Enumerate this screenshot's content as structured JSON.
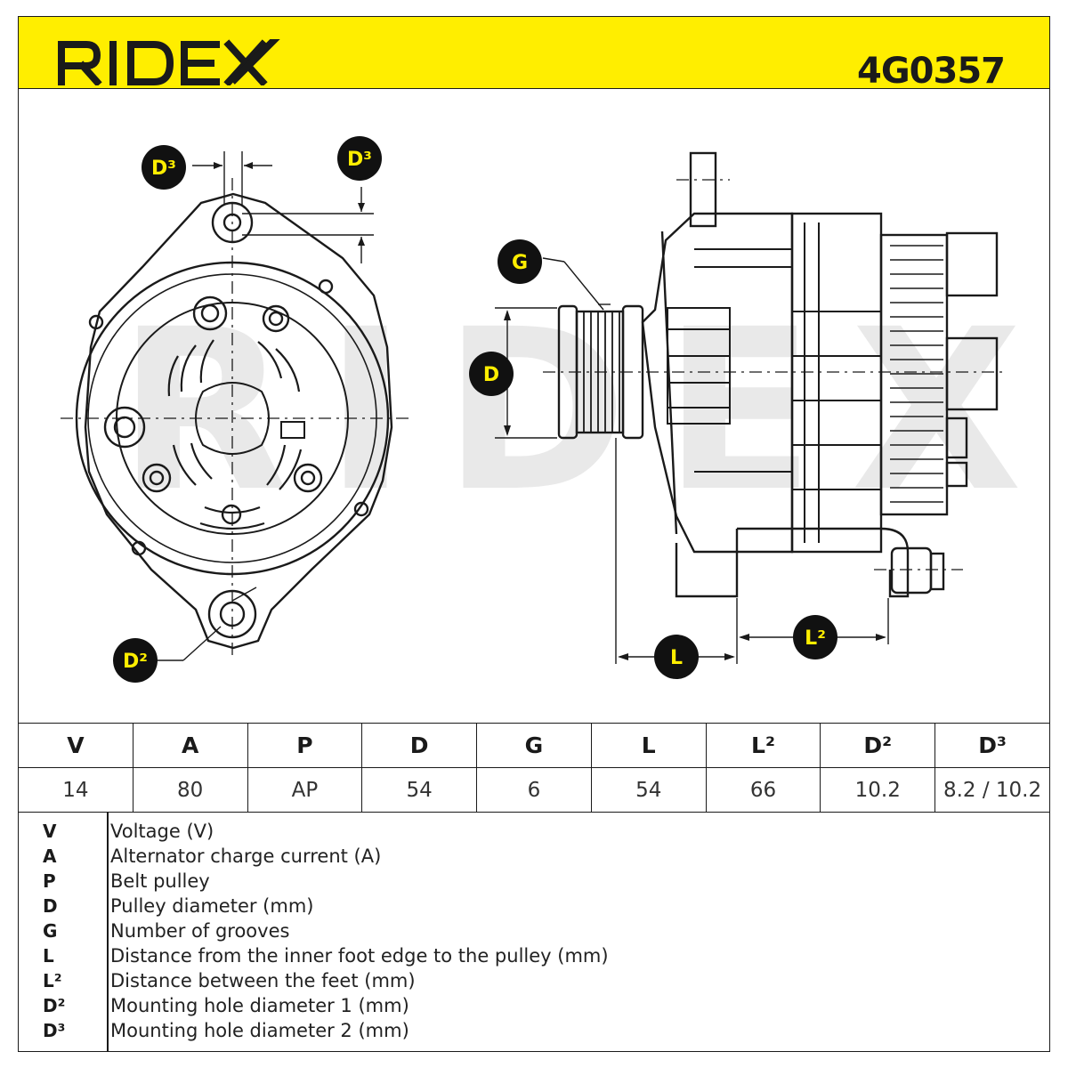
{
  "header": {
    "brand": "RIDEX",
    "part_number": "4G0357",
    "brand_color": "#ffee00"
  },
  "labels": {
    "d3_left": "D³",
    "d3_right": "D³",
    "g": "G",
    "d": "D",
    "d2": "D²",
    "l": "L",
    "l2": "L²"
  },
  "watermark": "RIDEX",
  "table": {
    "headers": [
      "V",
      "A",
      "P",
      "D",
      "G",
      "L",
      "L²",
      "D²",
      "D³"
    ],
    "values": [
      "14",
      "80",
      "AP",
      "54",
      "6",
      "54",
      "66",
      "10.2",
      "8.2 / 10.2"
    ]
  },
  "legend": [
    {
      "sym": "V",
      "desc": "Voltage (V)"
    },
    {
      "sym": "A",
      "desc": "Alternator charge current (A)"
    },
    {
      "sym": "P",
      "desc": "Belt pulley"
    },
    {
      "sym": "D",
      "desc": "Pulley diameter (mm)"
    },
    {
      "sym": "G",
      "desc": "Number of grooves"
    },
    {
      "sym": "L",
      "desc": "Distance from the inner foot edge to the pulley (mm)"
    },
    {
      "sym": "L²",
      "desc": "Distance between the feet (mm)"
    },
    {
      "sym": "D²",
      "desc": "Mounting hole diameter 1 (mm)"
    },
    {
      "sym": "D³",
      "desc": "Mounting hole diameter 2 (mm)"
    }
  ]
}
